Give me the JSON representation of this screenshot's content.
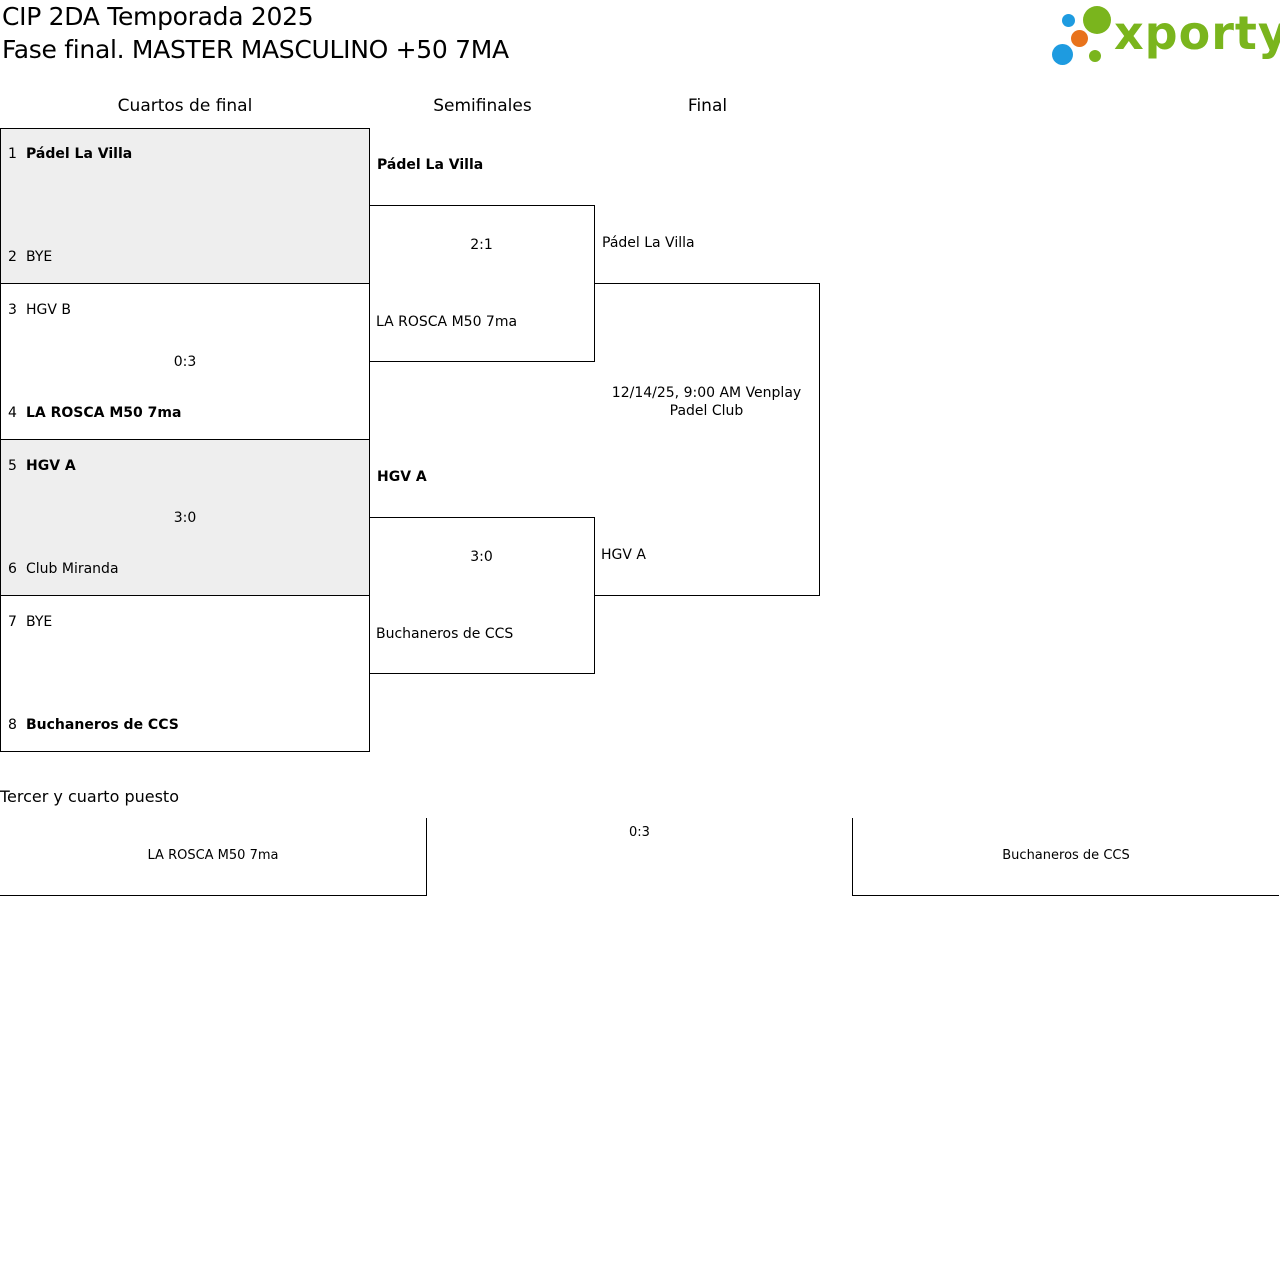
{
  "header": {
    "title_line1": "CIP 2DA Temporada 2025",
    "title_line2": "Fase final. MASTER MASCULINO +50 7MA"
  },
  "logo": {
    "text": "xporty",
    "colors": {
      "green": "#7ab51d",
      "blue": "#1e9be0",
      "orange": "#e8731c"
    }
  },
  "columns": [
    "Cuartos de final",
    "Semifinales",
    "Final"
  ],
  "quarterfinals": [
    {
      "top": {
        "seed": "1",
        "team": "Pádel La Villa",
        "winner": true
      },
      "bottom": {
        "seed": "2",
        "team": "BYE",
        "winner": false
      },
      "score": "",
      "shaded": true
    },
    {
      "top": {
        "seed": "3",
        "team": "HGV B",
        "winner": false
      },
      "bottom": {
        "seed": "4",
        "team": "LA ROSCA M50 7ma",
        "winner": true
      },
      "score": "0:3",
      "shaded": false
    },
    {
      "top": {
        "seed": "5",
        "team": "HGV A",
        "winner": true
      },
      "bottom": {
        "seed": "6",
        "team": "Club Miranda",
        "winner": false
      },
      "score": "3:0",
      "shaded": true
    },
    {
      "top": {
        "seed": "7",
        "team": "BYE",
        "winner": false
      },
      "bottom": {
        "seed": "8",
        "team": "Buchaneros de CCS",
        "winner": true
      },
      "score": "",
      "shaded": false
    }
  ],
  "semifinals": [
    {
      "top": {
        "team": "Pádel La Villa",
        "winner": true
      },
      "bottom": {
        "team": "LA ROSCA M50 7ma",
        "winner": false
      },
      "score": "2:1"
    },
    {
      "top": {
        "team": "HGV A",
        "winner": true
      },
      "bottom": {
        "team": "Buchaneros de CCS",
        "winner": false
      },
      "score": "3:0"
    }
  ],
  "final": {
    "top": {
      "team": "Pádel La Villa"
    },
    "bottom": {
      "team": "HGV A"
    },
    "info": "12/14/25, 9:00 AM Venplay Padel Club"
  },
  "third_place": {
    "title": "Tercer y cuarto puesto",
    "left_team": "LA ROSCA M50 7ma",
    "score": "0:3",
    "right_team": "Buchaneros de CCS"
  }
}
